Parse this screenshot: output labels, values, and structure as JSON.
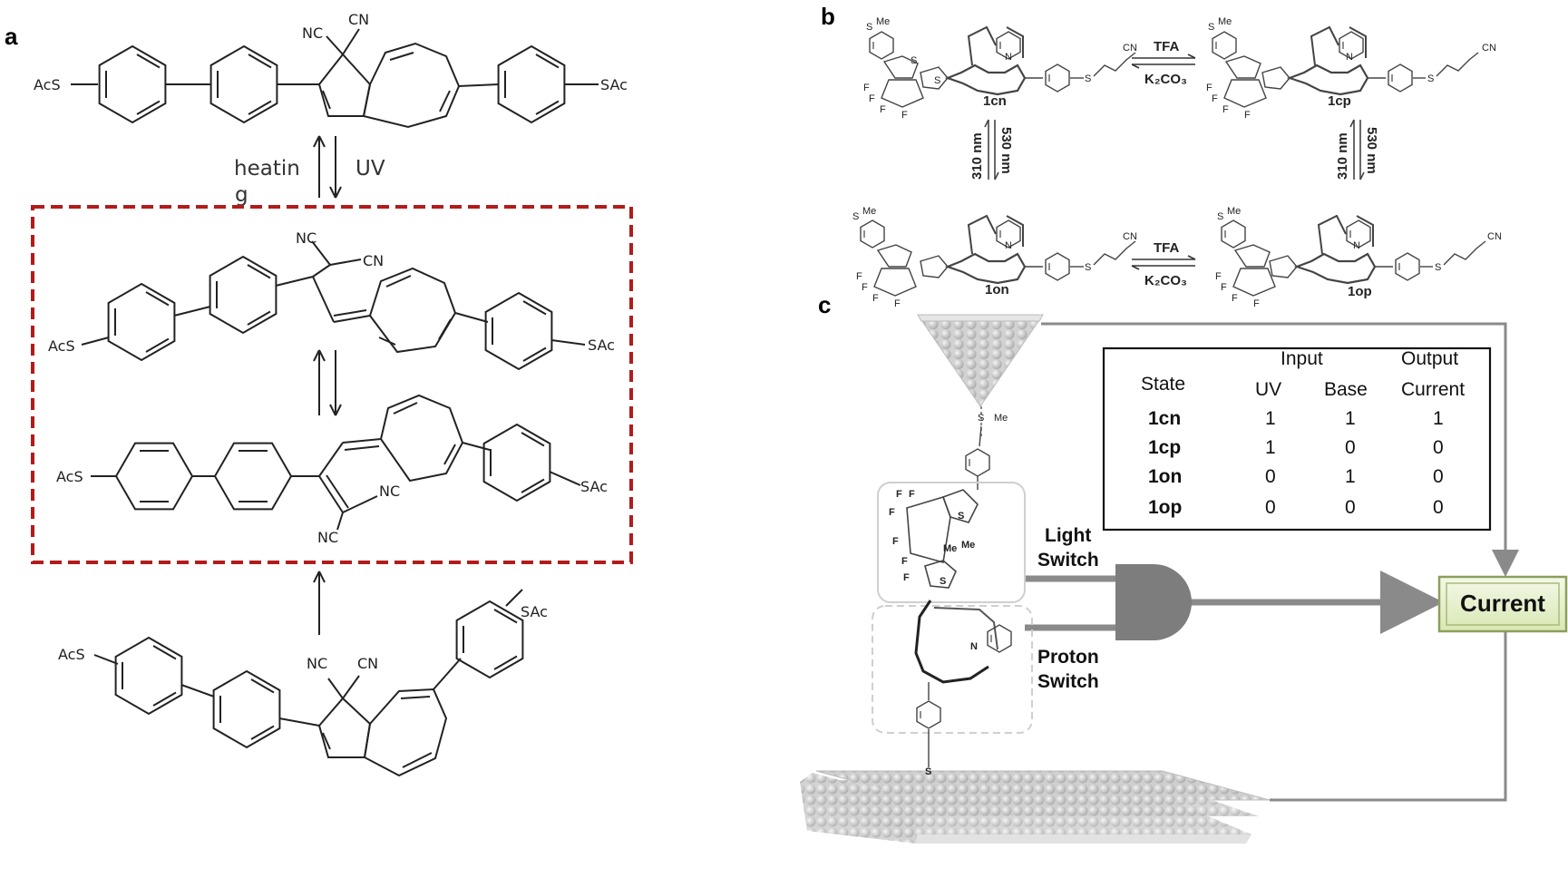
{
  "panel_a": {
    "label": "a",
    "mol_top": {
      "left_group": "AcS",
      "right_group": "SAc",
      "nc": "NC",
      "cn": "CN"
    },
    "cond_reverse": "heatin",
    "cond_reverse_wrap": "g",
    "cond_forward": "UV",
    "mol_mid1": {
      "left_group": "AcS",
      "right_group": "SAc",
      "nc": "NC",
      "cn": "CN"
    },
    "mol_mid2": {
      "left_group": "AcS",
      "right_group": "SAc",
      "nc1": "NC",
      "nc2": "NC"
    },
    "mol_bottom": {
      "left_group": "AcS",
      "right_group": "SAc",
      "nc": "NC",
      "cn": "CN"
    }
  },
  "panel_b": {
    "label": "b",
    "molecules": [
      "1cn",
      "1cp",
      "1on",
      "1op"
    ],
    "acid_label": "TFA",
    "base_label": "K₂CO₃",
    "uv_label": "310 nm",
    "vis_label": "530 nm",
    "groups": {
      "me": "Me",
      "s": "S",
      "n": "N",
      "nh": "N",
      "cn": "CN",
      "f": "F"
    }
  },
  "panel_c": {
    "label": "c",
    "table": {
      "state_header": "State",
      "input_header": "Input",
      "output_header": "Output",
      "sub_headers": [
        "UV",
        "Base",
        "Current"
      ],
      "rows": [
        {
          "state": "1cn",
          "uv": "1",
          "base": "1",
          "current": "1"
        },
        {
          "state": "1cp",
          "uv": "1",
          "base": "0",
          "current": "0"
        },
        {
          "state": "1on",
          "uv": "0",
          "base": "1",
          "current": "0"
        },
        {
          "state": "1op",
          "uv": "0",
          "base": "0",
          "current": "0"
        }
      ]
    },
    "light_switch": [
      "Light",
      "Switch"
    ],
    "proton_switch": [
      "Proton",
      "Switch"
    ],
    "output_label": "Current",
    "groups": {
      "s": "S",
      "me": "Me",
      "n": "N",
      "f": "F"
    }
  },
  "colors": {
    "dashed_box": "#b31b1b",
    "gate": "#7d7d7d",
    "current_box": "#e4f0c8",
    "current_border": "#8aa05a",
    "wire": "#8a8a8a"
  }
}
